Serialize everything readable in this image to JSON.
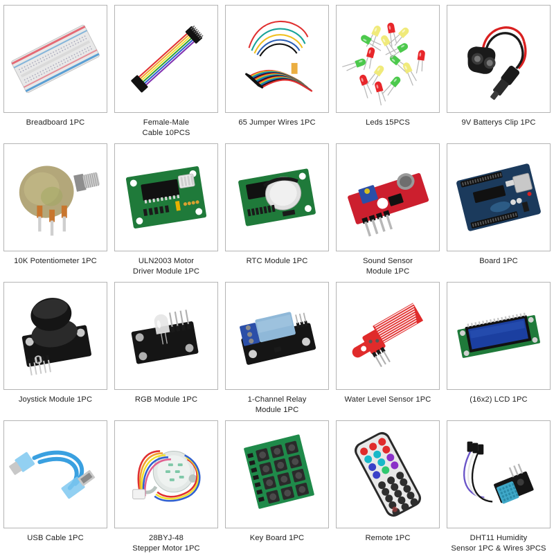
{
  "grid": {
    "columns": 5,
    "rows": 4,
    "border_color": "#b4b4b4",
    "background": "#ffffff",
    "caption_color": "#222222"
  },
  "items": [
    {
      "id": "breadboard",
      "label": "Breadboard 1PC",
      "art": "breadboard",
      "colors": [
        "#ffffff",
        "#e8e8e8",
        "#e46a76",
        "#5a9fd4"
      ]
    },
    {
      "id": "female-male-cable",
      "label": "Female-Male\nCable 10PCS",
      "art": "ribbon-cable",
      "colors": [
        "#111111",
        "#e03030",
        "#f0a030",
        "#f0e030",
        "#30a030",
        "#3060d0",
        "#8030b0"
      ]
    },
    {
      "id": "jumper-wires",
      "label": "65 Jumper Wires 1PC",
      "art": "jumper-wires",
      "colors": [
        "#111111",
        "#e03030",
        "#f0c020",
        "#17a398",
        "#2a5fb5"
      ]
    },
    {
      "id": "leds",
      "label": "Leds 15PCS",
      "art": "leds",
      "colors": [
        "#e8262a",
        "#f0ea7a",
        "#4cc94c",
        "#b9b9b9"
      ]
    },
    {
      "id": "battery-clip",
      "label": "9V Batterys Clip 1PC",
      "art": "battery-clip",
      "colors": [
        "#1a1a1a",
        "#d92020",
        "#3a3a3a"
      ]
    },
    {
      "id": "potentiometer",
      "label": "10K Potentiometer 1PC",
      "art": "potentiometer",
      "colors": [
        "#b3a77a",
        "#8e8e8e",
        "#c8762e",
        "#cfcfcf"
      ]
    },
    {
      "id": "uln2003-driver",
      "label": "ULN2003 Motor\nDriver Module 1PC",
      "art": "green-pcb-ic",
      "colors": [
        "#1f7a3a",
        "#111111",
        "#d8d8d8",
        "#e8b000"
      ]
    },
    {
      "id": "rtc-module",
      "label": "RTC Module 1PC",
      "art": "rtc-module",
      "colors": [
        "#1f7a3a",
        "#111111",
        "#dcdcdc"
      ]
    },
    {
      "id": "sound-sensor",
      "label": "Sound Sensor\nModule 1PC",
      "art": "sound-sensor",
      "colors": [
        "#cc1f2e",
        "#2b4fa8",
        "#9a9a9a",
        "#111111"
      ]
    },
    {
      "id": "board",
      "label": "Board 1PC",
      "art": "arduino-board",
      "colors": [
        "#1b3a5c",
        "#111111",
        "#c8c8c8",
        "#d92020"
      ]
    },
    {
      "id": "joystick-module",
      "label": "Joystick Module 1PC",
      "art": "joystick",
      "colors": [
        "#151515",
        "#2a2a2a",
        "#c9c9c9"
      ]
    },
    {
      "id": "rgb-module",
      "label": "RGB Module 1PC",
      "art": "rgb-module",
      "colors": [
        "#151515",
        "#e6e6e6",
        "#b0b0b0"
      ]
    },
    {
      "id": "relay-module",
      "label": "1-Channel Relay\nModule 1PC",
      "art": "relay-module",
      "colors": [
        "#8fb8d8",
        "#2b4fa8",
        "#151515"
      ]
    },
    {
      "id": "water-level-sensor",
      "label": "Water Level Sensor 1PC",
      "art": "water-sensor",
      "colors": [
        "#e02b2b",
        "#b0b0b0"
      ]
    },
    {
      "id": "lcd-1602",
      "label": "(16x2) LCD 1PC",
      "art": "lcd-1602",
      "colors": [
        "#1f7a3a",
        "#1b3fa0",
        "#111111",
        "#c8c8c8"
      ]
    },
    {
      "id": "usb-cable",
      "label": "USB Cable 1PC",
      "art": "usb-cable",
      "colors": [
        "#3aa0e0",
        "#7fc8f0",
        "#c8c8c8"
      ]
    },
    {
      "id": "stepper-motor",
      "label": "28BYJ-48\nStepper Motor 1PC",
      "art": "stepper-motor",
      "colors": [
        "#e3e8e6",
        "#b9c4c0",
        "#e03030",
        "#f0a030",
        "#f0e030",
        "#3060d0",
        "#e06090"
      ]
    },
    {
      "id": "key-board",
      "label": "Key Board 1PC",
      "art": "keypad",
      "colors": [
        "#1f8a4a",
        "#2a2a2a",
        "#b0b0b0"
      ]
    },
    {
      "id": "remote",
      "label": "Remote 1PC",
      "art": "remote",
      "colors": [
        "#e8e8e8",
        "#2a2a2a",
        "#e02b2b",
        "#18b8c8",
        "#3a40c8",
        "#8a30c8",
        "#30c870"
      ]
    },
    {
      "id": "dht11-sensor",
      "label": "DHT11 Humidity\nSensor 1PC & Wires 3PCS",
      "art": "dht11",
      "colors": [
        "#3fa8c8",
        "#151515",
        "#6a55c8",
        "#e8e8e8"
      ]
    }
  ]
}
